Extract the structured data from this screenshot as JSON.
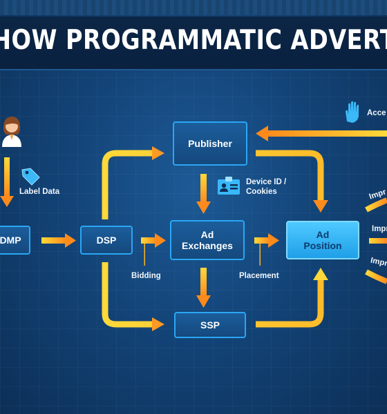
{
  "title": "HOW PROGRAMMATIC ADVERTISING WORKS",
  "nodes": {
    "dmp": "DMP",
    "dsp": "DSP",
    "publisher": "Publisher",
    "ad_exchanges": "Ad Exchanges",
    "ssp": "SSP",
    "ad_position": "Ad Position"
  },
  "labels": {
    "label_data": "Label Data",
    "device_id": "Device ID / Cookies",
    "bidding": "Bidding",
    "placement": "Placement",
    "access": "Acce",
    "impression_1": "Impr",
    "impression_2": "Impr",
    "impression_3": "Impr"
  },
  "colors": {
    "background": "#134478",
    "box_border": "#2aa7f5",
    "arrow_start": "#ffd93a",
    "arrow_end": "#ff8a1c",
    "ad_position_fill": "#3ab8f8"
  },
  "icons": [
    "user-icon",
    "tag-icon",
    "id-card-icon",
    "hand-icon"
  ]
}
